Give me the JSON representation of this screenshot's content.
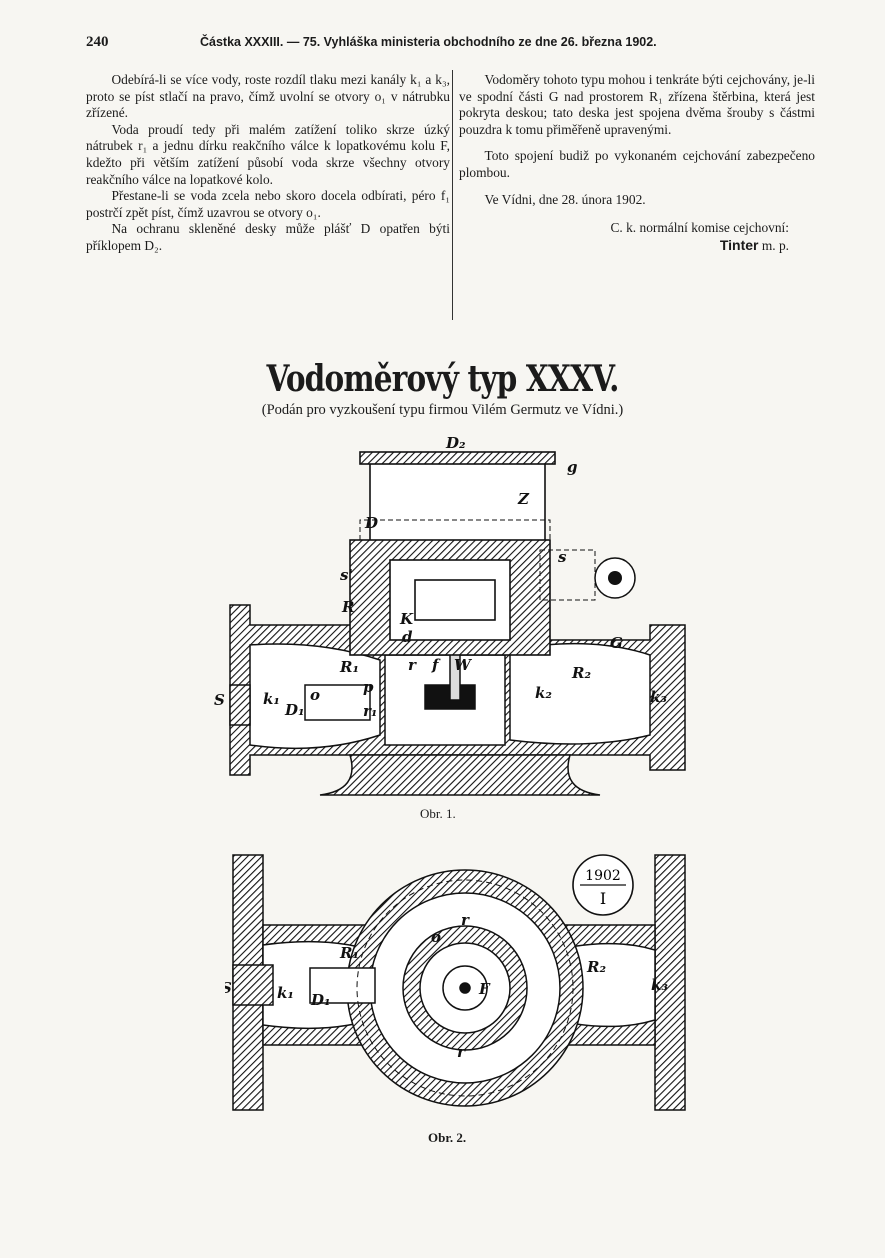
{
  "header": {
    "page_number": "240",
    "running_head": "Částka XXXIII. — 75. Vyhláška ministeria obchodního ze dne 26. března 1902."
  },
  "left_column": {
    "p1": "Odebírá-li se více vody, roste rozdíl tlaku mezi kanály k₁ a k₃, proto se píst stlačí na pravo, čímž uvolní se otvory o₁ v nátrubku zřízené.",
    "p2": "Voda proudí tedy při malém zatížení toliko skrze úzký nátrubek r₁ a jednu dírku reakčního válce k lopatkovému kolu F, kdežto při větším zatížení působí voda skrze všechny otvory reakčního válce na lopatkové kolo.",
    "p3": "Přestane-li se voda zcela nebo skoro docela odbírati, péro f₁ postrčí zpět píst, čímž uzavrou se otvory o₁.",
    "p4": "Na ochranu skleněné desky může plášť D opatřen býti příklopem D₂."
  },
  "right_column": {
    "p1": "Vodoměry tohoto typu mohou i tenkráte býti cejchovány, je-li ve spodní části G nad prostorem R₁ zřízena štěrbina, která jest pokryta deskou; tato deska jest spojena dvěma šrouby s částmi pouzdra k tomu přiměřeně upravenými.",
    "p2": "Toto spojení budiž po vykonaném cejchování zabezpečeno plombou.",
    "date": "Ve Vídni, dne 28. února 1902.",
    "commission": "C. k. normální komise cejchovní:",
    "signer": "Tinter",
    "signer_suffix": "m. p."
  },
  "title": "Vodoměrový typ XXXV.",
  "subtitle": "(Podán pro vyzkoušení typu firmou Vilém Germutz ve Vídni.)",
  "figure1": {
    "caption": "Obr. 1.",
    "labels": {
      "D2": "D₂",
      "g": "g",
      "Z": "Z",
      "D": "D",
      "s": "s",
      "s_prime": "s'",
      "R": "R",
      "K": "K",
      "G": "G",
      "R1": "R₁",
      "R2": "R₂",
      "r": "r",
      "f": "f",
      "W": "W",
      "k1": "k₁",
      "k2": "k₂",
      "k3": "k₃",
      "S": "S",
      "D1": "D₁",
      "o": "o",
      "p": "p",
      "r1": "r₁",
      "d": "d"
    }
  },
  "figure2": {
    "caption": "Obr. 2.",
    "seal_year": "1902",
    "seal_numeral": "I",
    "labels": {
      "S": "S",
      "k1": "k₁",
      "D1": "D₁",
      "R1": "R₁",
      "R2": "R₂",
      "k3": "k₃",
      "r": "r",
      "o": "o",
      "F": "F"
    }
  }
}
